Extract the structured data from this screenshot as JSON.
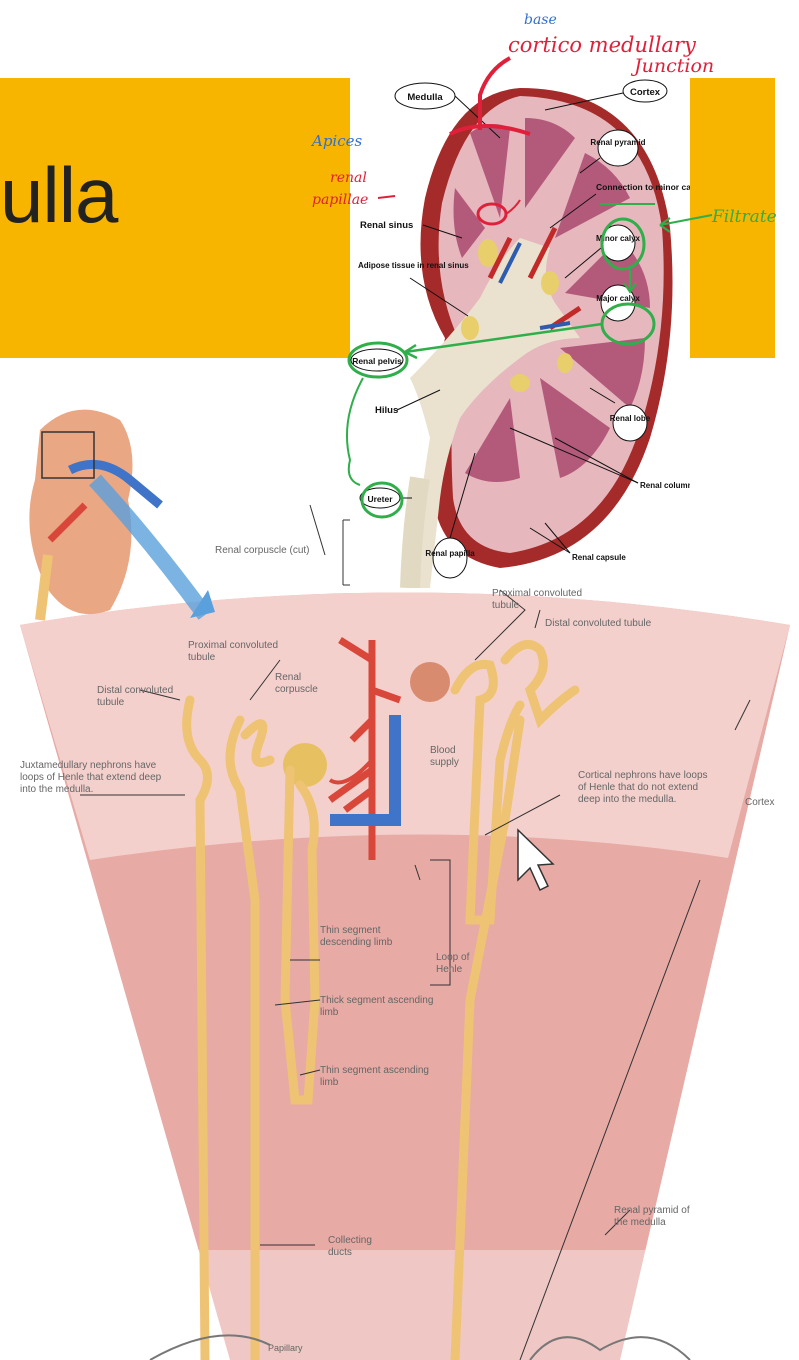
{
  "banner": {
    "title_fragment": "ulla",
    "color": "#f7b500"
  },
  "kidney_labels": {
    "medulla": "Medulla",
    "cortex": "Cortex",
    "renal_pyramid": "Renal pyramid",
    "connection_to_minor_calyx": "Connection to minor calyx",
    "renal_sinus": "Renal sinus",
    "minor_calyx": "Minor calyx",
    "adipose_tissue": "Adipose tissue in renal sinus",
    "major_calyx": "Major calyx",
    "renal_pelvis": "Renal pelvis",
    "hilus": "Hilus",
    "renal_lobe": "Renal lobe",
    "renal_columns": "Renal columns",
    "ureter": "Ureter",
    "renal_papilla": "Renal papilla",
    "renal_capsule": "Renal capsule"
  },
  "handwritten": {
    "base": "base",
    "cortico_medullary_1": "cortico medullary",
    "cortico_medullary_2": "Junction",
    "apices": "Apices",
    "renal_papillae_1": "renal",
    "renal_papillae_2": "papillae",
    "filtrate": "Filtrate"
  },
  "nephron_labels": {
    "renal_corpuscle_cut": "Renal corpuscle (cut)",
    "proximal_convoluted_top": "Proximal convoluted tubule",
    "distal_convoluted_right": "Distal convoluted tubule",
    "proximal_convoluted_left": "Proximal convoluted tubule",
    "renal_corpuscle": "Renal corpuscle",
    "distal_convoluted_left": "Distal convoluted tubule",
    "blood_supply": "Blood supply",
    "juxtamedullary": "Juxtamedullary nephrons have loops of Henle that extend deep into the medulla.",
    "cortical_nephrons": "Cortical nephrons have loops of Henle that do not extend deep into the medulla.",
    "cortex": "Cortex",
    "thin_descending": "Thin segment descending limb",
    "loop_of_henle": "Loop of Henle",
    "thick_ascending": "Thick segment ascending limb",
    "thin_ascending": "Thin segment ascending limb",
    "collecting_ducts": "Collecting ducts",
    "renal_pyramid_medulla": "Renal pyramid of the medulla",
    "papillary": "Papillary"
  },
  "colors": {
    "cortex_band": "#f3cfcc",
    "medulla_band": "#e3a5a0",
    "tubule": "#efc374",
    "artery": "#d9473b",
    "vein": "#3f74c9",
    "annotation_red": "#e0203a",
    "annotation_blue": "#2f6fd6",
    "annotation_green": "#2fae4a"
  }
}
